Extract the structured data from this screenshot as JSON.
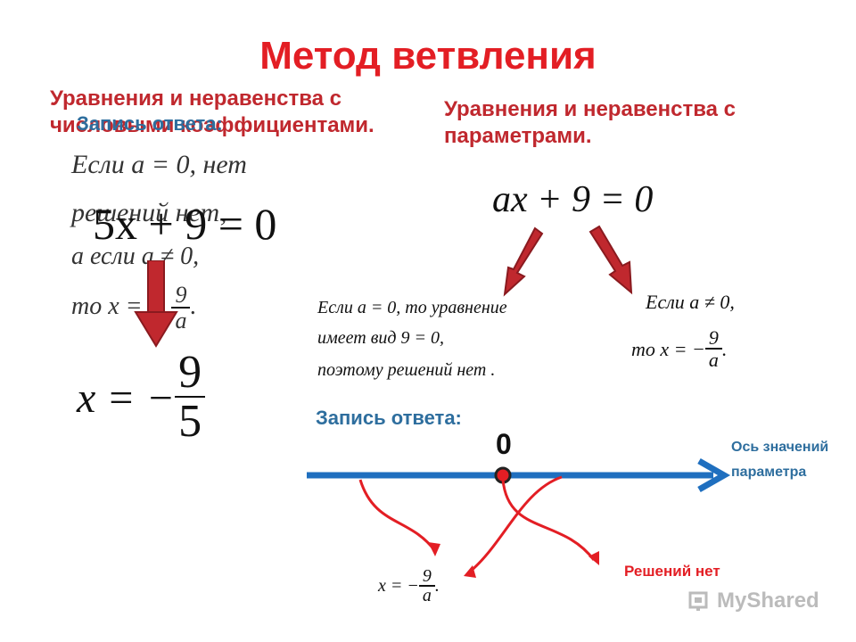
{
  "title": "Метод ветвления",
  "left": {
    "heading": "Уравнения и неравенства с числовыми коэффициентами.",
    "answer_label": "Запись ответа:",
    "overlay_line1": "Если a = 0, нет",
    "overlay_line2": "решений нет,",
    "overlay_line3": "а если a ≠ 0,",
    "overlay_line4": "то x = −",
    "overlay_num": "9",
    "overlay_den": "a",
    "equation": "5x + 9 = 0",
    "result_prefix": "x = −",
    "result_num": "9",
    "result_den": "5"
  },
  "right": {
    "heading": "Уравнения и неравенства с параметрами.",
    "equation": "ax + 9 = 0",
    "case_zero_line1": "Если  a = 0, то  уравнение",
    "case_zero_line2": "имеет  вид 9 = 0,",
    "case_zero_line3": "поэтому  решений  нет .",
    "case_nonzero_line1": "Если   a ≠ 0,",
    "case_nonzero_prefix": "то  x = −",
    "case_nonzero_num": "9",
    "case_nonzero_den": "a",
    "answer_label": "Запись ответа:",
    "axis_zero": "0",
    "axis_label": "Ось значений параметра",
    "no_solutions": "Решений нет",
    "bottom_prefix": "x = −",
    "bottom_num": "9",
    "bottom_den": "a"
  },
  "watermark": "MyShared",
  "colors": {
    "title_red": "#e31e24",
    "heading_red": "#c0282e",
    "blue": "#2e6e9e",
    "axis_blue": "#1f6fbf"
  }
}
